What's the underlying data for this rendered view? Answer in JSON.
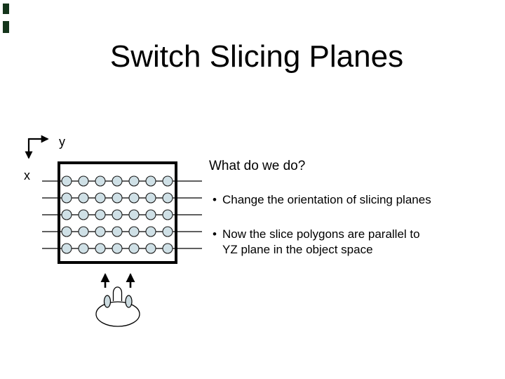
{
  "slide": {
    "title": "Switch Slicing Planes"
  },
  "diagram": {
    "axis": {
      "y_label": "y",
      "x_label": "x"
    },
    "grid": {
      "rows": 5,
      "cols": 7
    }
  },
  "content": {
    "heading": "What do we do?",
    "bullets": [
      {
        "marker": "•",
        "line1": "Change the orientation of slicing planes",
        "line2": ""
      },
      {
        "marker": "•",
        "line1": "Now the slice polygons are parallel to",
        "line2": "YZ plane in the object space"
      }
    ]
  },
  "colors": {
    "text": "#000000",
    "line": "#000000",
    "voxel_fill": "#cfe0e6",
    "ear_fill": "#ccdbe0",
    "corner_mark": "#14351b"
  }
}
